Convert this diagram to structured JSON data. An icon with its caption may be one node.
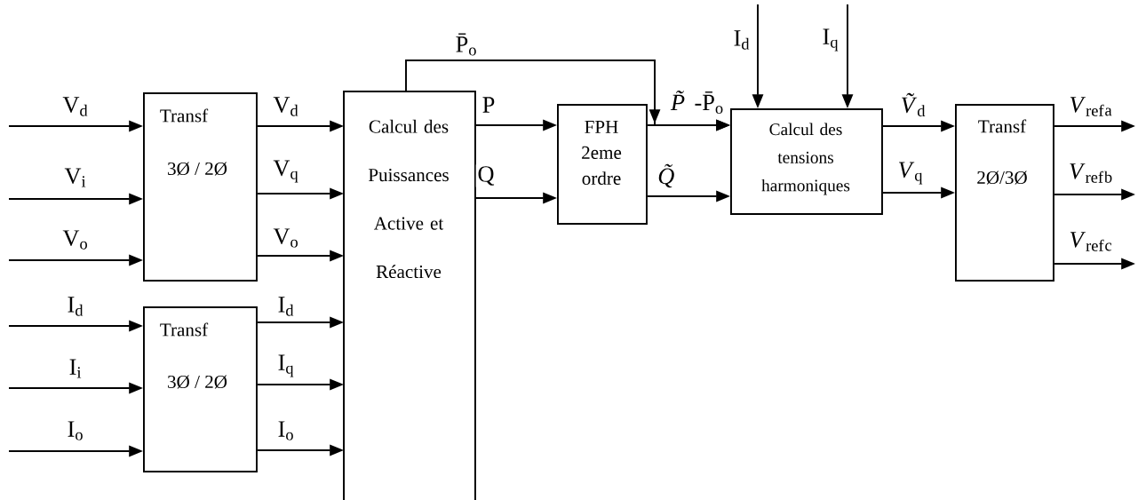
{
  "diagram": {
    "nodes": [
      {
        "text": [
          "Transf",
          "3Ø / 2Ø"
        ]
      },
      {
        "text": [
          "Transf",
          "3Ø / 2Ø"
        ]
      },
      {
        "text": [
          "Calcul des Puissances Active et Réactive"
        ]
      },
      {
        "text": [
          "FPH 2eme ordre"
        ]
      },
      {
        "text": [
          "Calcul des tensions harmoniques"
        ]
      },
      {
        "text": [
          "Transf",
          "2Ø/3Ø"
        ]
      }
    ],
    "edges": [
      {
        "from": null,
        "to": 0,
        "arrow": "to",
        "label": "V$_{d}$"
      },
      {
        "from": null,
        "to": 0,
        "arrow": "to",
        "label": "V$_{i}$"
      },
      {
        "from": null,
        "to": 0,
        "arrow": "to",
        "label": "V$_{o}$"
      },
      {
        "from": null,
        "to": 1,
        "arrow": "to",
        "label": "I$_{d}$"
      },
      {
        "from": null,
        "to": 1,
        "arrow": "to",
        "label": "I$_{i}$"
      },
      {
        "from": null,
        "to": 1,
        "arrow": "to",
        "label": "I$_{o}$"
      },
      {
        "from": 0,
        "to": 2,
        "arrow": "to",
        "label": "V$_{d}$"
      },
      {
        "from": 0,
        "to": 2,
        "arrow": "to",
        "label": "V$_{q}$"
      },
      {
        "from": 0,
        "to": 2,
        "arrow": "to",
        "label": "V$_{o}$"
      },
      {
        "from": 1,
        "to": 2,
        "arrow": "to",
        "label": "I$_{d}$"
      },
      {
        "from": 1,
        "to": 2,
        "arrow": "to",
        "label": "I$_{q}$"
      },
      {
        "from": 1,
        "to": 2,
        "arrow": "to",
        "label": "I$_{o}$"
      },
      {
        "from": 2,
        "to": 3,
        "arrow": "to",
        "label": "P"
      },
      {
        "from": 2,
        "to": 3,
        "arrow": "to",
        "label": "Q"
      },
      {
        "from": 2,
        "to": 4,
        "arrow": "to",
        "label": "P̄$_{o}$"
      },
      {
        "from": 3,
        "to": 4,
        "arrow": "to",
        "label": "*P̃*-P̄$_{o}$"
      },
      {
        "from": 3,
        "to": 4,
        "arrow": "to",
        "label": "*Q̃*"
      },
      {
        "from": null,
        "to": 4,
        "arrow": "to",
        "label": "I$_{d}$"
      },
      {
        "from": null,
        "to": 4,
        "arrow": "to",
        "label": "I$_{q}$"
      },
      {
        "from": 4,
        "to": 5,
        "arrow": "to",
        "label": "*Ṽ*$_{d}$"
      },
      {
        "from": 4,
        "to": 5,
        "arrow": "to",
        "label": "*V*$_{q}$"
      },
      {
        "from": 5,
        "to": null,
        "arrow": "to",
        "label": "*V*$_{ref}$$_{a}$"
      },
      {
        "from": 5,
        "to": null,
        "arrow": "to",
        "label": "*V*$_{ref}$$_{b}$"
      },
      {
        "from": 5,
        "to": null,
        "arrow": "to",
        "label": "*V*$_{ref}$$_{c}$"
      }
    ]
  }
}
